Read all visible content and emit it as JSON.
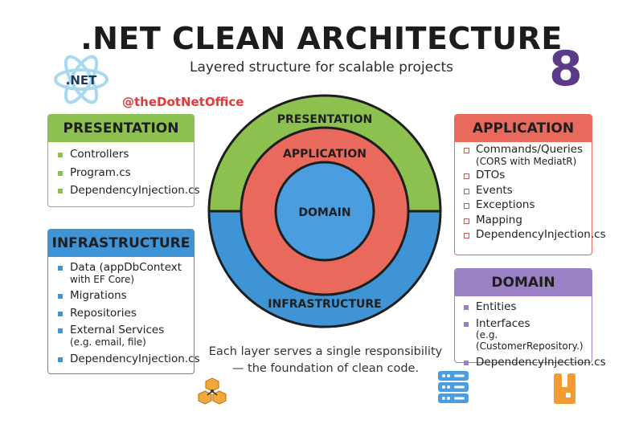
{
  "header": {
    "title": ".NET CLEAN ARCHITECTURE",
    "subtitle": "Layered structure for scalable projects",
    "logo_text": ".NET",
    "version": "8",
    "handle": "@theDotNetOffice"
  },
  "diagram": {
    "outer_top_label": "PRESENTATION",
    "outer_bottom_label": "INFRASTRUCTURE",
    "middle_label": "APPLICATION",
    "core_label": "DOMAIN"
  },
  "cards": {
    "presentation": {
      "title": "PRESENTATION",
      "items": [
        "Controllers",
        "Program.cs",
        "DependencyInjection.cs"
      ]
    },
    "infrastructure": {
      "title": "INFRASTRUCTURE",
      "items": [
        {
          "label": "Data (appDbContext",
          "sub": "with EF Core)"
        },
        {
          "label": "Migrations",
          "sub": ""
        },
        {
          "label": "Repositories",
          "sub": ""
        },
        {
          "label": "External Services",
          "sub": "(e.g. email, file)"
        },
        {
          "label": "DependencyInjection.cs",
          "sub": ""
        }
      ]
    },
    "application": {
      "title": "APPLICATION",
      "items": [
        {
          "label": "Commands/Queries",
          "sub": "(CORS with MediatR)"
        },
        {
          "label": "DTOs",
          "sub": ""
        },
        {
          "label": "Events",
          "sub": ""
        },
        {
          "label": "Exceptions",
          "sub": ""
        },
        {
          "label": "Mapping",
          "sub": ""
        },
        {
          "label": "DependencyInjection.cs",
          "sub": ""
        }
      ]
    },
    "domain": {
      "title": "DOMAIN",
      "items": [
        {
          "label": "Entities",
          "sub": ""
        },
        {
          "label": "Interfaces",
          "sub": "(e.g.(CustomerRepository.)"
        },
        {
          "label": "DependencyInjection.cs",
          "sub": ""
        }
      ]
    }
  },
  "caption": {
    "line1": "Each layer serves a single responsibility",
    "line2": "— the foundation of clean code."
  },
  "colors": {
    "presentation": "#8cc04f",
    "infrastructure": "#3f94d6",
    "application": "#e96a5c",
    "domain": "#9a80c4",
    "core": "#4a9ee0",
    "version": "#5a3b86",
    "handle": "#e03a3a"
  },
  "icons": [
    "dotnet-logo-icon",
    "cubes-icon",
    "server-stack-icon",
    "rabbitmq-icon"
  ]
}
